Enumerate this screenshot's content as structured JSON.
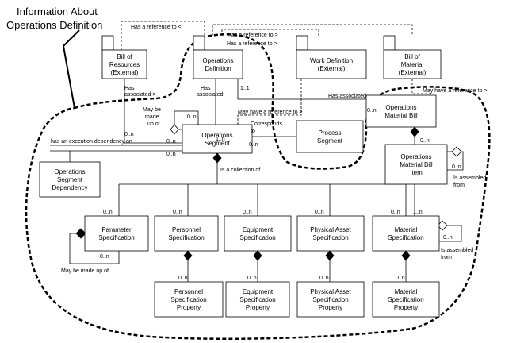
{
  "title": {
    "lines": [
      "Information About",
      "Operations Definition"
    ]
  },
  "boxes": [
    {
      "id": "bill-of-resources",
      "lines": [
        "Bill of",
        "Resources",
        "(External)"
      ],
      "folder": true
    },
    {
      "id": "operations-definition",
      "lines": [
        "Operations",
        "Definition"
      ],
      "folder": true
    },
    {
      "id": "work-definition",
      "lines": [
        "Work Definition",
        "(External)"
      ],
      "folder": true
    },
    {
      "id": "bill-of-material",
      "lines": [
        "Bill of",
        "Material",
        "(External)"
      ],
      "folder": true
    },
    {
      "id": "operations-segment",
      "lines": [
        "Operations",
        "Segment"
      ]
    },
    {
      "id": "process-segment",
      "lines": [
        "Process",
        "Segment"
      ]
    },
    {
      "id": "operations-material-bill",
      "lines": [
        "Operations",
        "Material Bill"
      ]
    },
    {
      "id": "operations-material-bill-item",
      "lines": [
        "Operations",
        "Material Bill",
        "Item"
      ]
    },
    {
      "id": "operations-segment-dependency",
      "lines": [
        "Operations",
        "Segment",
        "Dependency"
      ]
    },
    {
      "id": "parameter-specification",
      "lines": [
        "Parameter",
        "Specification"
      ]
    },
    {
      "id": "personnel-specification",
      "lines": [
        "Personnel",
        "Specification"
      ]
    },
    {
      "id": "equipment-specification",
      "lines": [
        "Equipment",
        "Specification"
      ]
    },
    {
      "id": "physical-asset-specification",
      "lines": [
        "Physical Asset",
        "Specification"
      ]
    },
    {
      "id": "material-specification",
      "lines": [
        "Material",
        "Specification"
      ]
    },
    {
      "id": "personnel-specification-property",
      "lines": [
        "Personnel",
        "Specification",
        "Property"
      ]
    },
    {
      "id": "equipment-specification-property",
      "lines": [
        "Equipment",
        "Specification",
        "Property"
      ]
    },
    {
      "id": "physical-asset-specification-property",
      "lines": [
        "Physical Asset",
        "Specification",
        "Property"
      ]
    },
    {
      "id": "material-specification-property",
      "lines": [
        "Material",
        "Specification",
        "Property"
      ]
    }
  ],
  "edge_labels": {
    "has_reference_lt": "Has a reference to <",
    "has_reference_gt_1": "Has a reference to >",
    "has_reference_gt_2": "Has a reference to >",
    "has_associated_bor": [
      "Has",
      "associated >"
    ],
    "has_associated_od": [
      "Has",
      "associated"
    ],
    "may_be_made_up_of_seg": [
      "May be",
      "made",
      "up of"
    ],
    "may_have_reference_seg": "May have a reference to >",
    "corresponds_to": [
      "Corresponds",
      "to"
    ],
    "has_associated_omb": "Has associated",
    "may_have_reference_omb": "May have a reference to >",
    "execution_dependency": "has an execution dependency on",
    "is_a_collection_of": "Is a collection of",
    "is_assembled_from_1": [
      "Is assembled",
      "from"
    ],
    "is_assembled_from_2": [
      "Is assembled",
      "from"
    ],
    "may_be_made_up_of_param": "May be made up of"
  },
  "multiplicities": {
    "bor_seg": "0..n",
    "od_seg": "1..n",
    "od_ps": "1..1",
    "seg_self": "0..n",
    "seg_ps": "0..n",
    "omb_seg": "0..n",
    "dep_1": "0..n",
    "dep_2": "0..n",
    "omb_item": "0..n",
    "item_self": "0..n",
    "param": "0..n",
    "pers": "0..n",
    "equip": "0..n",
    "phys": "0..n",
    "mat": "0..n",
    "item_mat": "1..n",
    "param_self": "0..n",
    "mat_self": "0..n",
    "pers_prop": "0..n",
    "equip_prop": "0..n",
    "phys_prop": "0..n",
    "mat_prop": "0..n"
  }
}
